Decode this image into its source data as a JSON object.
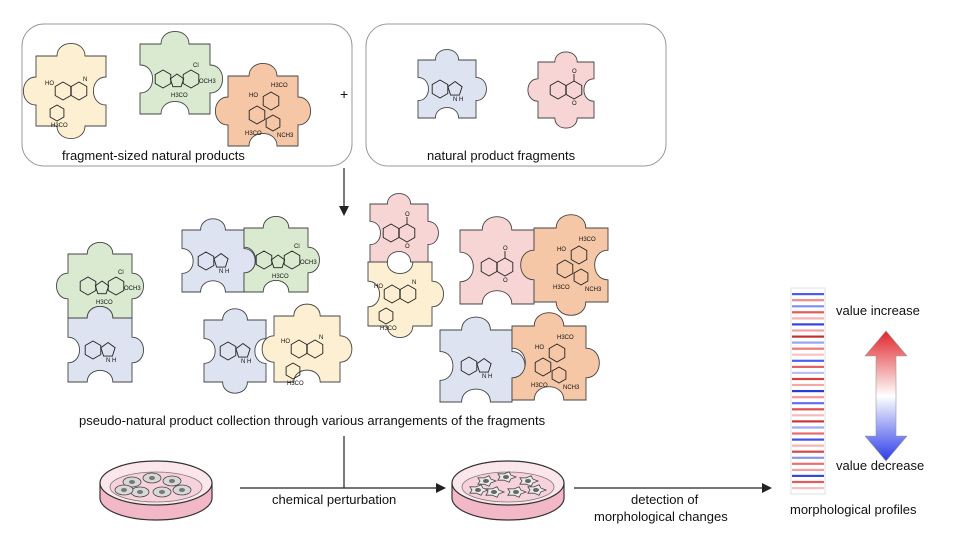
{
  "labels": {
    "natural_products": "fragment-sized natural products",
    "np_fragments": "natural product fragments",
    "plus": "+",
    "collection": "pseudo-natural product collection through various arrangements of the fragments",
    "perturbation": "chemical perturbation",
    "detection_line1": "detection of",
    "detection_line2": "morphological changes",
    "profiles": "morphological profiles",
    "value_increase": "value increase",
    "value_decrease": "value decrease"
  },
  "atom_labels": {
    "ho": "HO",
    "cl": "Cl",
    "och3": "OCH3",
    "h3co": "H3CO",
    "nch3": "NCH3",
    "o": "O",
    "n": "N",
    "nh": "N H",
    "h": "H"
  },
  "colors": {
    "yellow": "#fdf0d2",
    "green": "#d9ead0",
    "orange": "#f5c7a6",
    "blue": "#dde3f1",
    "pink": "#f8d5d5",
    "increase": "#e0262b",
    "decrease": "#2b3be8",
    "dish": "#f2b8c8"
  },
  "profile_stripes": [
    {
      "pos": 0.02,
      "color": "#4a5cf0"
    },
    {
      "pos": 0.05,
      "color": "#f08a8a"
    },
    {
      "pos": 0.08,
      "color": "#8090f0"
    },
    {
      "pos": 0.11,
      "color": "#e45a5a"
    },
    {
      "pos": 0.14,
      "color": "#f6b0b0"
    },
    {
      "pos": 0.17,
      "color": "#3444e0"
    },
    {
      "pos": 0.2,
      "color": "#f4a0a0"
    },
    {
      "pos": 0.23,
      "color": "#c03030"
    },
    {
      "pos": 0.26,
      "color": "#9aa4f4"
    },
    {
      "pos": 0.29,
      "color": "#ef7878"
    },
    {
      "pos": 0.32,
      "color": "#f8c4c4"
    },
    {
      "pos": 0.35,
      "color": "#5060ea"
    },
    {
      "pos": 0.38,
      "color": "#e86060"
    },
    {
      "pos": 0.41,
      "color": "#b8c0f8"
    },
    {
      "pos": 0.44,
      "color": "#d84040"
    },
    {
      "pos": 0.47,
      "color": "#f0a8a8"
    },
    {
      "pos": 0.5,
      "color": "#2a3ad8"
    },
    {
      "pos": 0.53,
      "color": "#f29898"
    },
    {
      "pos": 0.56,
      "color": "#6070ee"
    },
    {
      "pos": 0.59,
      "color": "#e05050"
    },
    {
      "pos": 0.62,
      "color": "#f6bcbc"
    },
    {
      "pos": 0.65,
      "color": "#c83838"
    },
    {
      "pos": 0.68,
      "color": "#a0aaf6"
    },
    {
      "pos": 0.71,
      "color": "#ea6a6a"
    },
    {
      "pos": 0.74,
      "color": "#4050e6"
    },
    {
      "pos": 0.77,
      "color": "#f4b4b4"
    },
    {
      "pos": 0.8,
      "color": "#d44a4a"
    },
    {
      "pos": 0.83,
      "color": "#8896f2"
    },
    {
      "pos": 0.86,
      "color": "#e87070"
    },
    {
      "pos": 0.89,
      "color": "#f0a0a0"
    },
    {
      "pos": 0.92,
      "color": "#3646e2"
    },
    {
      "pos": 0.95,
      "color": "#e25c5c"
    },
    {
      "pos": 0.98,
      "color": "#f6c0c0"
    }
  ]
}
